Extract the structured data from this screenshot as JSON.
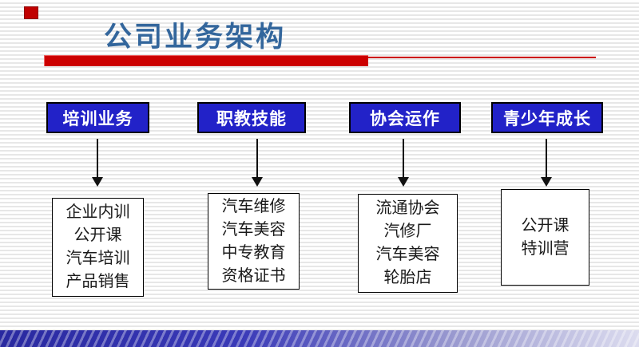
{
  "slide": {
    "title": "公司业务架构",
    "colors": {
      "title_blue": "#33669C",
      "accent_red": "#CC0000",
      "header_box_blue": "#2222C8",
      "header_text_white": "#FFFFFF",
      "bottom_bar_blue": "#2929A0"
    }
  },
  "columns": [
    {
      "header": "培训业务",
      "items": [
        "企业内训",
        "公开课",
        "汽车培训",
        "产品销售"
      ]
    },
    {
      "header": "职教技能",
      "items": [
        "汽车维修",
        "汽车美容",
        "中专教育",
        "资格证书"
      ]
    },
    {
      "header": "协会运作",
      "items": [
        "流通协会",
        "汽修厂",
        "汽车美容",
        "轮胎店"
      ]
    },
    {
      "header": "青少年成长",
      "items": [
        "公开课",
        "特训营"
      ]
    }
  ]
}
